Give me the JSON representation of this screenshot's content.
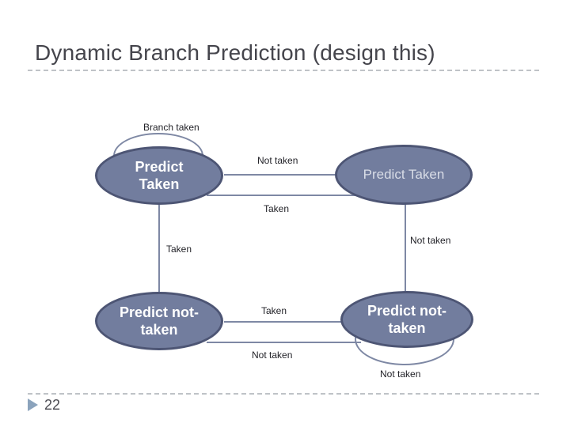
{
  "slide": {
    "title": "Dynamic Branch Prediction (design this)",
    "page_number": "22"
  },
  "colors": {
    "background": "#FFFFFF",
    "state_fill": "#727D9E",
    "state_border": "#4D5574",
    "state_text": "#FFFFFF",
    "state_text_muted": "#D9DDE7",
    "edge_line": "#7E88A4",
    "edge_label_text": "#222228",
    "title_text": "#45454C",
    "divider_dash": "#BFC3C7",
    "page_marker": "#8BA3BC",
    "page_number_text": "#4B4B52"
  },
  "diagram": {
    "type": "state-machine",
    "description": "2-bit branch predictor finite state machine with four states",
    "states": [
      {
        "id": "predict-taken-strong",
        "label": "Predict\nTaken"
      },
      {
        "id": "predict-taken-weak",
        "label": "Predict Taken"
      },
      {
        "id": "predict-not-taken-left",
        "label": "Predict not-\ntaken"
      },
      {
        "id": "predict-not-taken-right",
        "label": "Predict not-\ntaken"
      }
    ],
    "edge_labels": {
      "self_loop_top_left": "Branch taken",
      "top_left_to_top_right": "Not taken",
      "top_right_to_top_left": "Taken",
      "top_left_to_bottom_left": "Taken",
      "top_right_to_bottom_right": "Not taken",
      "bottom_right_to_bottom_left": "Taken",
      "bottom_left_to_bottom_right": "Not taken",
      "self_loop_bottom_right": "Not taken"
    }
  }
}
